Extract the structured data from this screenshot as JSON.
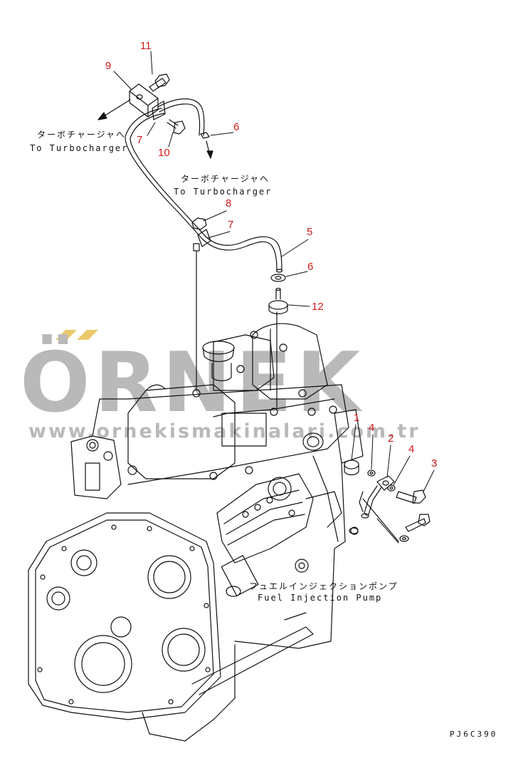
{
  "labels": {
    "turbo_left_jp": "ターボチャージャへ",
    "turbo_left_en": "To Turbocharger",
    "turbo_mid_jp": "ターボチャージャへ",
    "turbo_mid_en": "To Turbocharger",
    "pump_jp": "フュエルインジェクションポンプ",
    "pump_en": "Fuel Injection Pump",
    "drawing_code": "PJ6C390"
  },
  "parts": [
    "11",
    "9",
    "7",
    "10",
    "6",
    "8",
    "7",
    "5",
    "6",
    "12",
    "1",
    "4",
    "2",
    "4",
    "3"
  ],
  "watermark": {
    "brand": "ÖRNEK",
    "url": "www.ornekismakinalari.com.tr"
  },
  "colors": {
    "line": "#111111",
    "callout": "#d01818",
    "watermark": "#b9b9b9",
    "watermark_accent": "#e9c96a"
  }
}
